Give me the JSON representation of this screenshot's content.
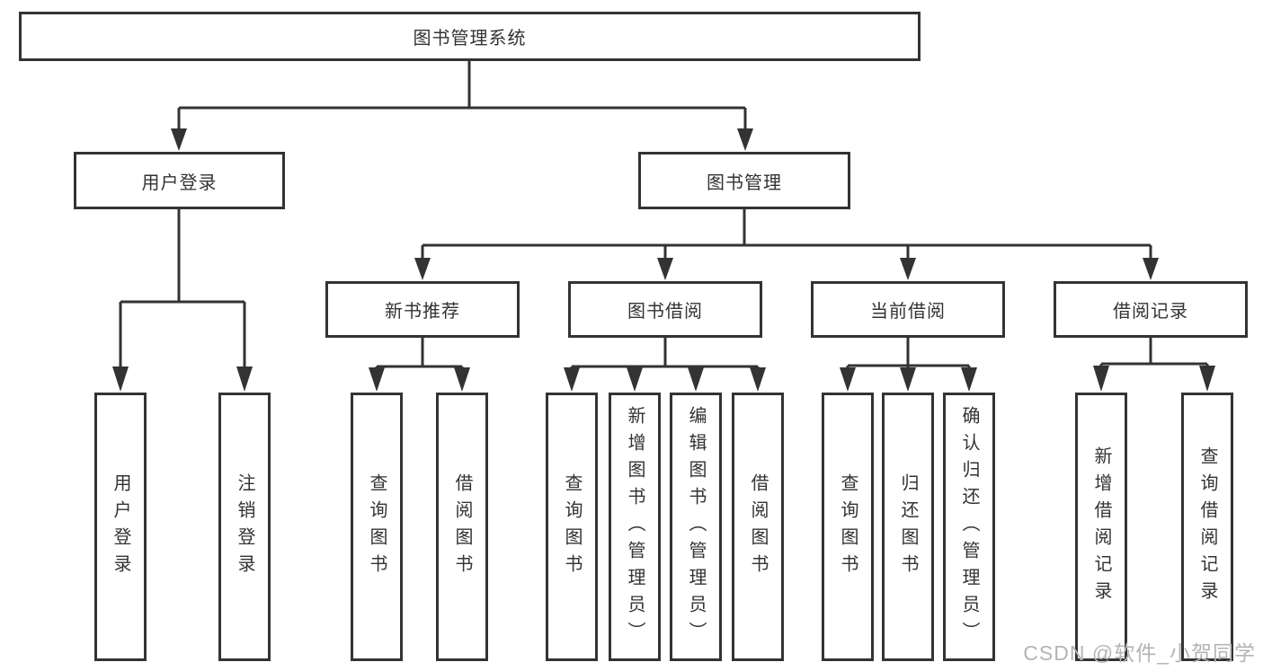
{
  "diagram": {
    "title": "图书管理系统",
    "nodes": {
      "root": {
        "label": "图书管理系统"
      },
      "user_login": {
        "label": "用户登录",
        "children": [
          {
            "label": "用户登录"
          },
          {
            "label": "注销登录"
          }
        ]
      },
      "book_management": {
        "label": "图书管理",
        "children": [
          {
            "label": "新书推荐"
          },
          {
            "label": "图书借阅"
          },
          {
            "label": "当前借阅"
          },
          {
            "label": "借阅记录"
          }
        ]
      },
      "new_book_recommend": {
        "label": "新书推荐",
        "children": [
          {
            "label": "查询图书"
          },
          {
            "label": "借阅图书"
          }
        ]
      },
      "book_borrow": {
        "label": "图书借阅",
        "children": [
          {
            "label": "查询图书"
          },
          {
            "label": "新增图书（管理员）"
          },
          {
            "label": "编辑图书（管理员）"
          },
          {
            "label": "借阅图书"
          }
        ]
      },
      "current_borrow": {
        "label": "当前借阅",
        "children": [
          {
            "label": "查询图书"
          },
          {
            "label": "归还图书"
          },
          {
            "label": "确认归还（管理员）"
          }
        ]
      },
      "borrow_records": {
        "label": "借阅记录",
        "children": [
          {
            "label": "新增借阅记录"
          },
          {
            "label": "查询借阅记录"
          }
        ]
      }
    },
    "watermark": "CSDN @软件_小贺同学",
    "colors": {
      "line": "#333333",
      "text": "#333333",
      "box_background": "#ffffff",
      "watermark": "#b4b4b4"
    }
  }
}
